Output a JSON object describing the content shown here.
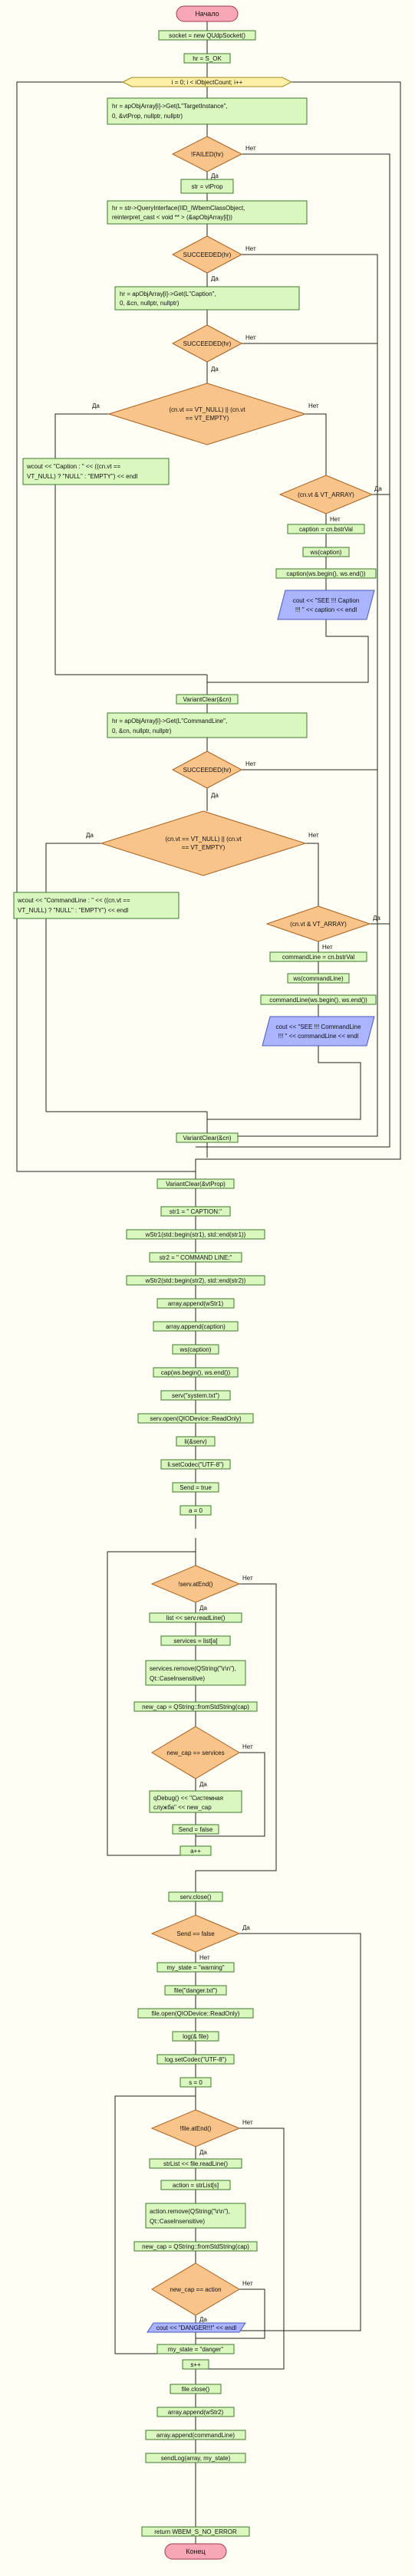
{
  "labels": {
    "yes": "Да",
    "no": "Нет"
  },
  "nodes": {
    "start": "Начало",
    "socket": "socket = new QUdpSocket()",
    "hr_ok": "hr = S_OK",
    "loop_i": "i = 0; i < iObjectCount; i++",
    "get_target_1": "hr = apObjArray[i]->Get(L\"TargetInstance\",",
    "get_target_2": "0, &vtProp, nullptr, nullptr)",
    "if_failed": "!FAILED(hr)",
    "str_vt": "str = vtProp",
    "qi_1": "hr = str->QueryInterface(IID_IWbemClassObject,",
    "qi_2": "reinterpret_cast < void ** > (&apObjArray[i]))",
    "succeeded_1": "SUCCEEDED(hr)",
    "get_caption_1": "hr = apObjArray[i]->Get(L\"Caption\",",
    "get_caption_2": "0, &cn, nullptr, nullptr)",
    "succeeded_2": "SUCCEEDED(hr)",
    "cap_null_1": "(cn.vt == VT_NULL) || (cn.vt",
    "cap_null_2": "== VT_EMPTY)",
    "wcout_cap_1": "wcout << \"Caption : \" << ((cn.vt ==",
    "wcout_cap_2": "VT_NULL) ? \"NULL\" : \"EMPTY\") << endl",
    "cap_array": "(cn.vt & VT_ARRAY)",
    "caption_bstr": "caption = cn.bstrVal",
    "ws_caption": "ws(caption)",
    "caption_assign": "caption(ws.begin(), ws.end())",
    "cout_caption_1": "cout << \"SEE !!! Caption",
    "cout_caption_2": "!!! \" << caption << endl",
    "variant_clear_1": "VariantClear(&cn)",
    "get_cmd_1": "hr = apObjArray[i]->Get(L\"CommandLine\",",
    "get_cmd_2": "0, &cn, nullptr, nullptr)",
    "succeeded_3": "SUCCEEDED(hr)",
    "cmd_null_1": "(cn.vt == VT_NULL) || (cn.vt",
    "cmd_null_2": "== VT_EMPTY)",
    "wcout_cmd_1": "wcout << \"CommandLine : \" << ((cn.vt ==",
    "wcout_cmd_2": "VT_NULL) ? \"NULL\" : \"EMPTY\") << endl",
    "cmd_array": "(cn.vt & VT_ARRAY)",
    "cmd_bstr": "commandLine = cn.bstrVal",
    "ws_cmd": "ws(commandLine)",
    "cmd_assign": "commandLine(ws.begin(), ws.end())",
    "cout_cmd_1": "cout << \"SEE !!! CommandLine",
    "cout_cmd_2": "!!! \" << commandLine << endl",
    "variant_clear_2": "VariantClear(&cn)",
    "variant_clear_vt": "VariantClear(&vtProp)",
    "str1": "str1 = \" CAPTION:\"",
    "wstr1": "wStr1(std::begin(str1), std::end(str1))",
    "str2": "str2 = \" COMMAND LINE:\"",
    "wstr2": "wStr2(std::begin(str2), std::end(str2))",
    "append_wstr1": "array.append(wStr1)",
    "append_caption": "array.append(caption)",
    "ws_caption_2": "ws(caption)",
    "cap_assign_2": "cap(ws.begin(), ws.end())",
    "serv_file": "serv(\"system.txt\")",
    "serv_open": "serv.open(QIODevice::ReadOnly)",
    "li_serv": "li(&serv)",
    "li_codec": "li.setCodec(\"UTF-8\")",
    "send_true": "Send = true",
    "a_zero": "a = 0",
    "serv_atend": "!serv.atEnd()",
    "list_readline": "list << serv.readLine()",
    "services_list": "services = list[a]",
    "services_remove_1": "services.remove(QString(\"\\r\\n\"),",
    "services_remove_2": "Qt::CaseInsensitive)",
    "new_cap_1": "new_cap = QString::fromStdString(cap)",
    "newcap_eq_services": "new_cap == services",
    "qdebug_1": "qDebug() << \"Системная",
    "qdebug_2": "служба\" << new_cap",
    "send_false": "Send = false",
    "a_inc": "a++",
    "serv_close": "serv.close()",
    "send_eq_false": "Send == false",
    "my_state_warning": "my_state = \"warning\"",
    "file_danger": "file(\"danger.txt\")",
    "file_open": "file.open(QIODevice::ReadOnly)",
    "log_file": "log(& file)",
    "log_codec": "log.setCodec(\"UTF-8\")",
    "s_zero": "s = 0",
    "file_atend": "!file.atEnd()",
    "strlist_readline": "strList << file.readLine()",
    "action_list": "action = strList[s]",
    "action_remove_1": "action.remove(QString(\"\\r\\n\"),",
    "action_remove_2": "Qt::CaseInsensitive)",
    "new_cap_2": "new_cap = QString::fromStdString(cap)",
    "newcap_eq_action": "new_cap == action",
    "cout_danger": "cout << \"DANGER!!!\" << endl",
    "my_state_danger": "my_state = \"danger\"",
    "s_inc": "s++",
    "file_close": "file.close()",
    "append_wstr2": "array.append(wStr2)",
    "append_cmd": "array.append(commandLine)",
    "send_log": "sendLog(array, my_state)",
    "return_node": "return WBEM_S_NO_ERROR",
    "end": "Конец"
  }
}
